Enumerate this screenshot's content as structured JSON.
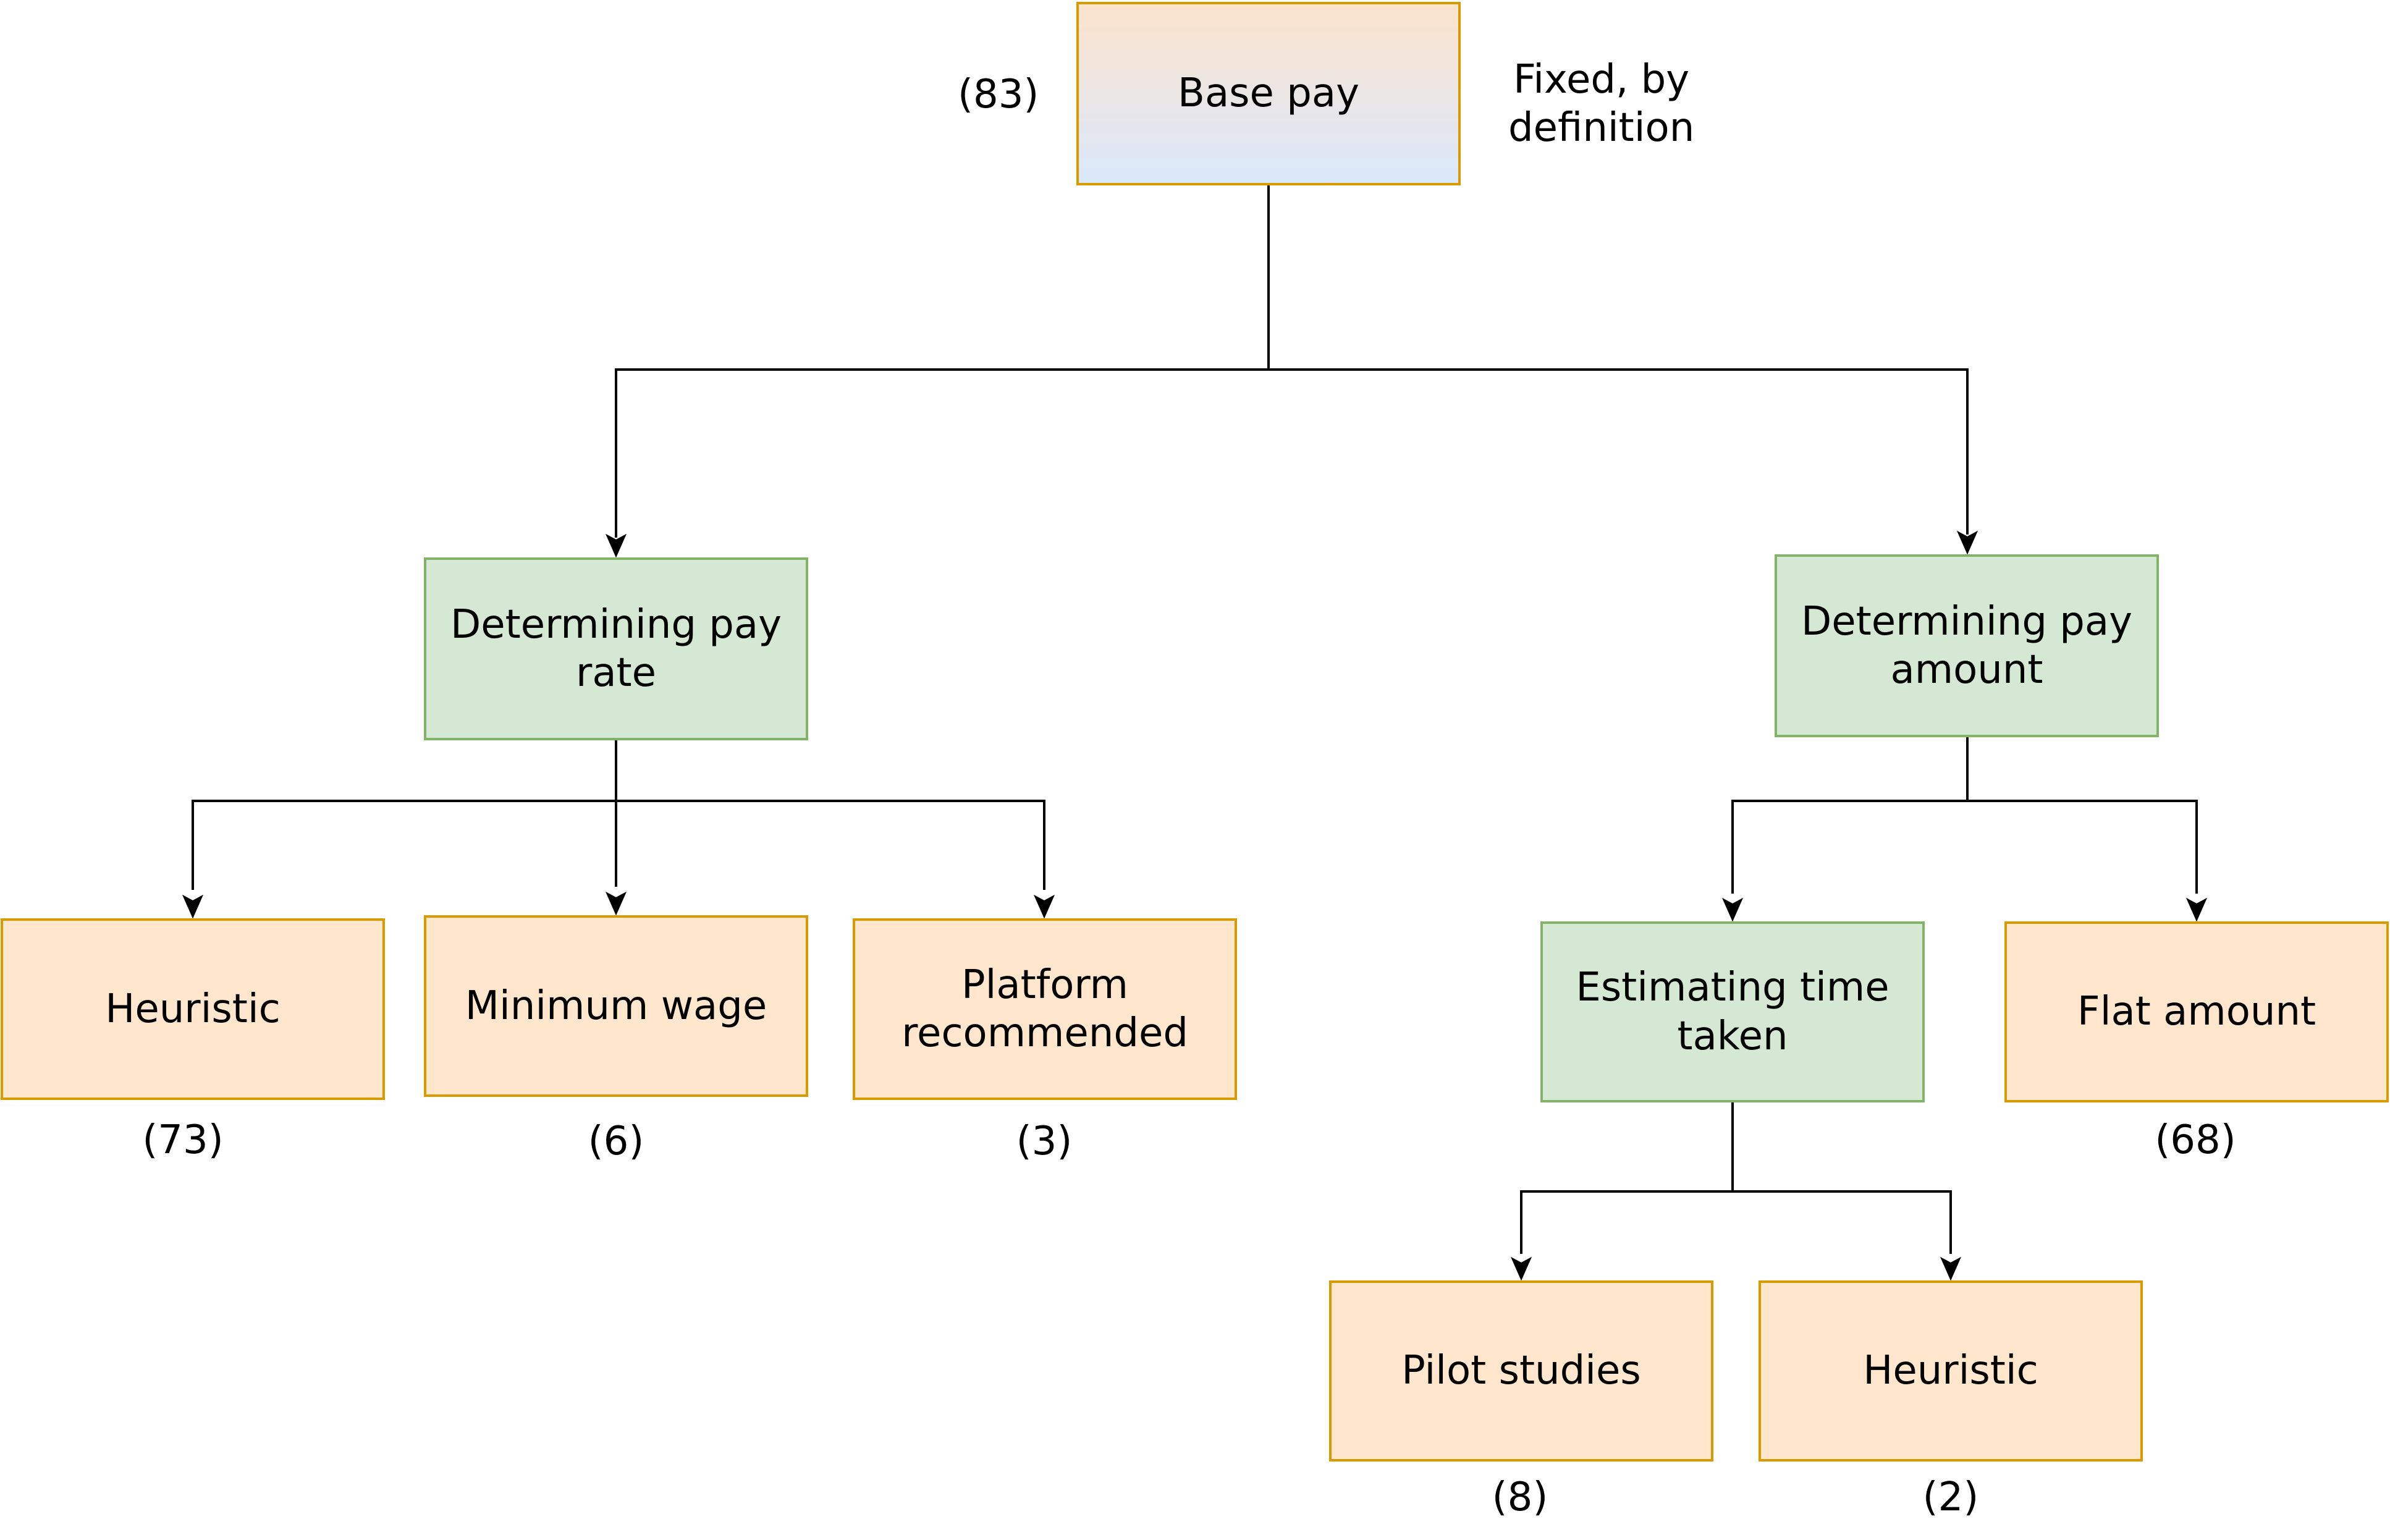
{
  "root": {
    "label": "Base pay",
    "count": "(83)",
    "note_line1": "Fixed, by",
    "note_line2": "definition"
  },
  "pay_rate": {
    "label": "Determining pay rate",
    "children": [
      {
        "label": "Heuristic",
        "count": "(73)"
      },
      {
        "label": "Minimum wage",
        "count": "(6)"
      },
      {
        "label": "Platform recommended",
        "count": "(3)"
      }
    ]
  },
  "pay_amount": {
    "label": "Determining pay amount",
    "estimating": {
      "label": "Estimating time taken",
      "children": [
        {
          "label": "Pilot studies",
          "count": "(8)"
        },
        {
          "label": "Heuristic",
          "count": "(2)"
        }
      ]
    },
    "flat": {
      "label": "Flat amount",
      "count": "(68)"
    }
  },
  "colors": {
    "orange_fill": "#ffe6cc",
    "orange_stroke": "#d79b00",
    "green_fill": "#d5e8d4",
    "green_stroke": "#82b366",
    "root_gradient_top": "#fbe3cc",
    "root_gradient_bottom": "#dae8fc"
  }
}
